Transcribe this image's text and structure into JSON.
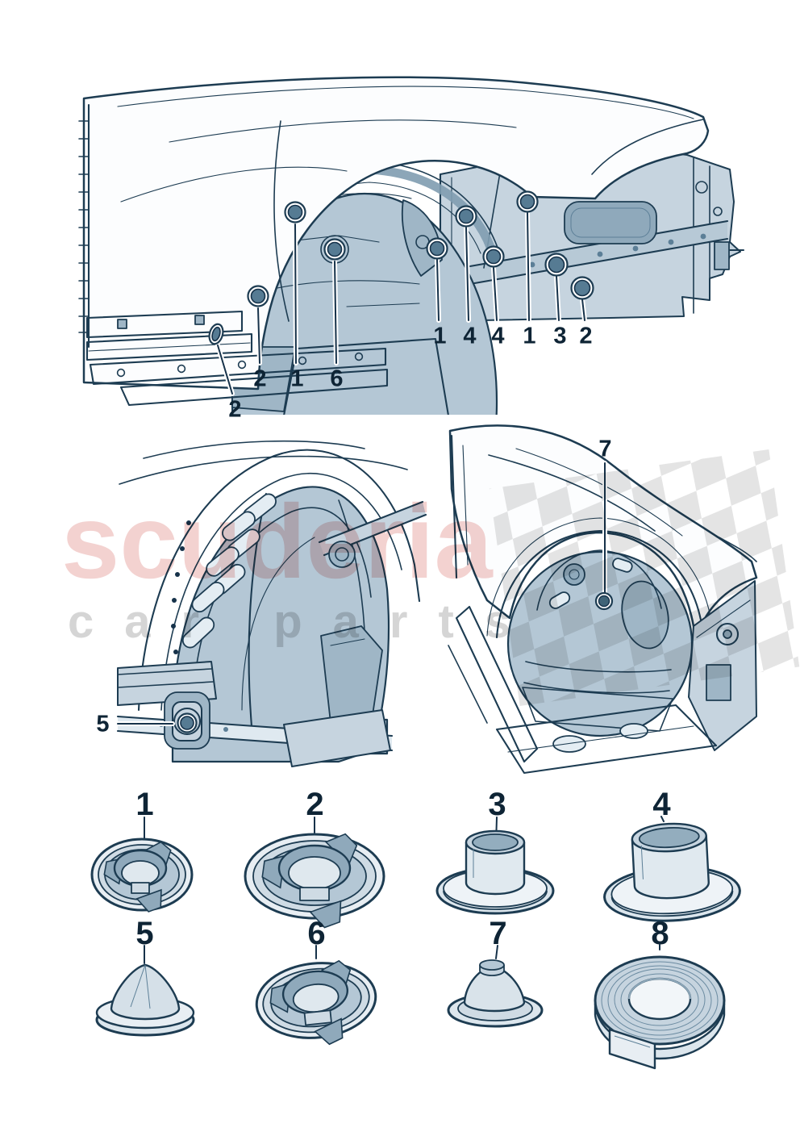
{
  "page": {
    "type": "car-body-plugs-parts-diagram",
    "background": "#ffffff"
  },
  "watermark": {
    "title": "scuderia",
    "subtitle": "car parts",
    "title_color": "#f0c2c2",
    "subtitle_color": "#d9d9d9",
    "checker_color": "#e0e0e0"
  },
  "palette": {
    "line": "#1d3c52",
    "panel_light": "#dce6ee",
    "panel_mid": "#b4c7d5",
    "panel_dark": "#8fa9bb",
    "callout_dot": "#567b93",
    "body_white": "#fcfdfe"
  },
  "views": {
    "main": {
      "callouts": [
        {
          "label": "2"
        },
        {
          "label": "1"
        },
        {
          "label": "6"
        },
        {
          "label": "2"
        },
        {
          "label": "1"
        },
        {
          "label": "4"
        },
        {
          "label": "4"
        },
        {
          "label": "1"
        },
        {
          "label": "3"
        },
        {
          "label": "2"
        }
      ]
    },
    "detail_left": {
      "callouts": [
        {
          "label": "5"
        }
      ]
    },
    "detail_right": {
      "callouts": [
        {
          "label": "7"
        }
      ]
    }
  },
  "parts": [
    {
      "number": "1",
      "shape": "round-cap-plug"
    },
    {
      "number": "2",
      "shape": "round-cap-plug-large"
    },
    {
      "number": "3",
      "shape": "grommet-with-sleeve"
    },
    {
      "number": "4",
      "shape": "grommet-with-sleeve-large"
    },
    {
      "number": "5",
      "shape": "cone-plug"
    },
    {
      "number": "6",
      "shape": "round-cap-plug-angled"
    },
    {
      "number": "7",
      "shape": "dome-grommet"
    },
    {
      "number": "8",
      "shape": "sealing-tape-roll"
    }
  ]
}
